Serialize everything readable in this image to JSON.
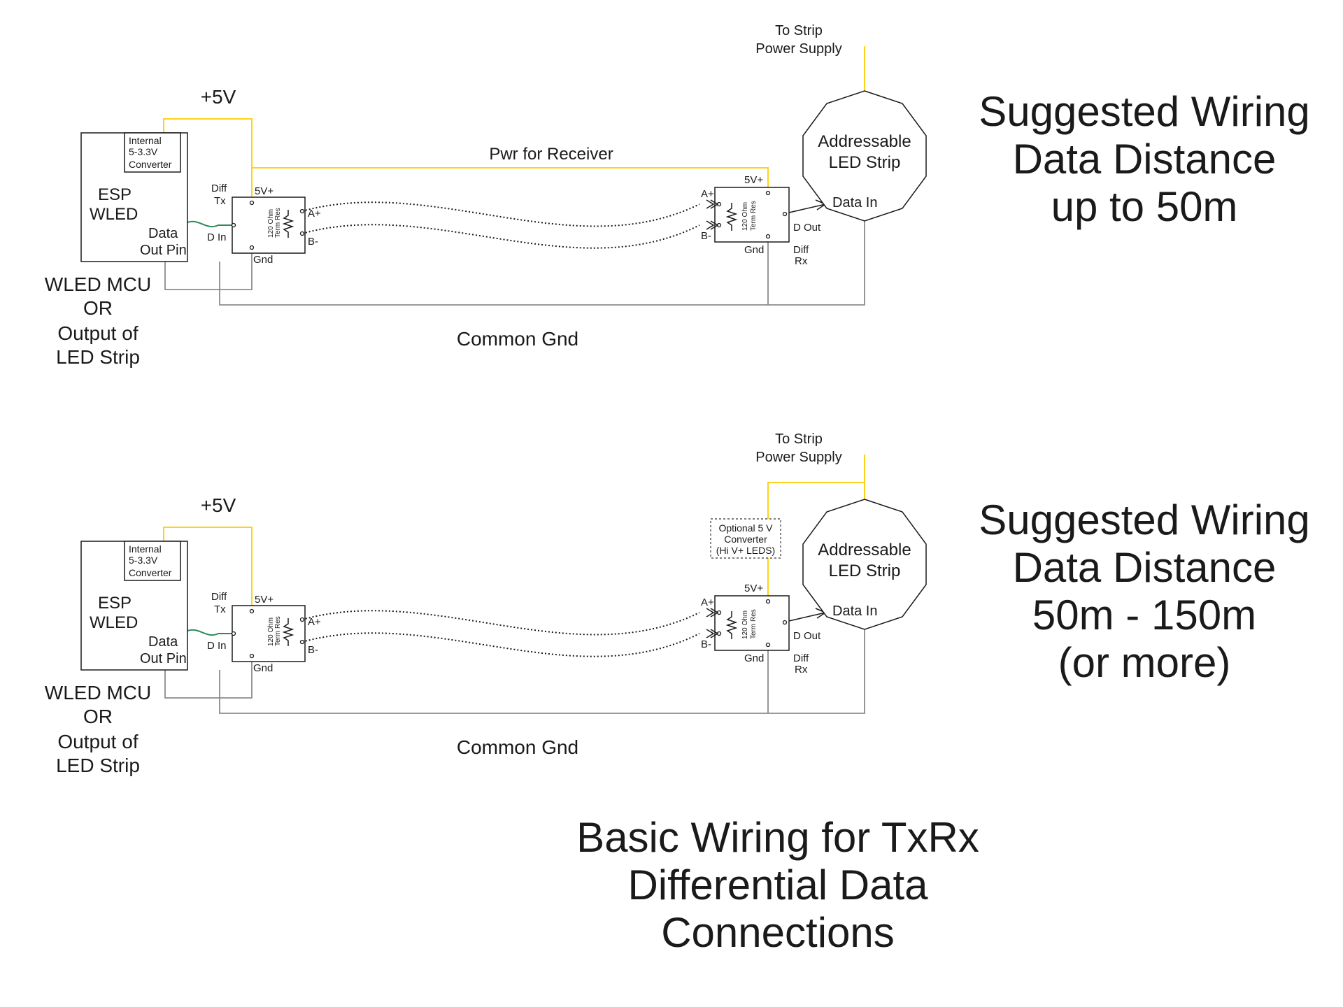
{
  "main_title": [
    "Basic Wiring for TxRx",
    "Differential Data",
    "Connections"
  ],
  "panels": [
    {
      "id": "short",
      "heading": [
        "Suggested Wiring",
        "Data Distance",
        "up to 50m"
      ],
      "plus5v": "+5V",
      "internal": [
        "Internal",
        "5-3.3V",
        "Converter"
      ],
      "esp": [
        "ESP",
        "WLED"
      ],
      "data_out_pin": [
        "Data",
        "Out Pin"
      ],
      "source": [
        "WLED MCU",
        "OR",
        "Output of",
        "LED Strip"
      ],
      "diff_tx": [
        "Diff",
        "Tx"
      ],
      "d_in": "D In",
      "tx_5v": "5V+",
      "tx_gnd": "Gnd",
      "a_plus": "A+",
      "b_minus": "B-",
      "term_res": [
        "120 Ohm",
        "Term Res"
      ],
      "pwr_receiver": "Pwr for Receiver",
      "rx_5v": "5V+",
      "rx_a": "A+",
      "rx_b": "B-",
      "rx_gnd": "Gnd",
      "d_out": "D Out",
      "diff_rx": [
        "Diff",
        "Rx"
      ],
      "to_strip": [
        "To Strip",
        "Power Supply"
      ],
      "strip": [
        "Addressable",
        "LED Strip"
      ],
      "data_in": "Data In",
      "common_gnd": "Common Gnd"
    },
    {
      "id": "long",
      "heading": [
        "Suggested Wiring",
        "Data Distance",
        "50m - 150m",
        "(or more)"
      ],
      "plus5v": "+5V",
      "internal": [
        "Internal",
        "5-3.3V",
        "Converter"
      ],
      "esp": [
        "ESP",
        "WLED"
      ],
      "data_out_pin": [
        "Data",
        "Out Pin"
      ],
      "source": [
        "WLED MCU",
        "OR",
        "Output of",
        "LED Strip"
      ],
      "diff_tx": [
        "Diff",
        "Tx"
      ],
      "d_in": "D In",
      "tx_5v": "5V+",
      "tx_gnd": "Gnd",
      "a_plus": "A+",
      "b_minus": "B-",
      "term_res": [
        "120 Ohm",
        "Term Res"
      ],
      "optional_converter": [
        "Optional 5 V",
        "Converter",
        "(Hi V+ LEDS)"
      ],
      "rx_5v": "5V+",
      "rx_a": "A+",
      "rx_b": "B-",
      "rx_gnd": "Gnd",
      "d_out": "D Out",
      "diff_rx": [
        "Diff",
        "Rx"
      ],
      "to_strip": [
        "To Strip",
        "Power Supply"
      ],
      "strip": [
        "Addressable",
        "LED Strip"
      ],
      "data_in": "Data In",
      "common_gnd": "Common Gnd"
    }
  ],
  "colors": {
    "power_wire": "#ffd21a",
    "ground_wire": "#8c8c8c",
    "data_wire": "#2e8b57"
  }
}
